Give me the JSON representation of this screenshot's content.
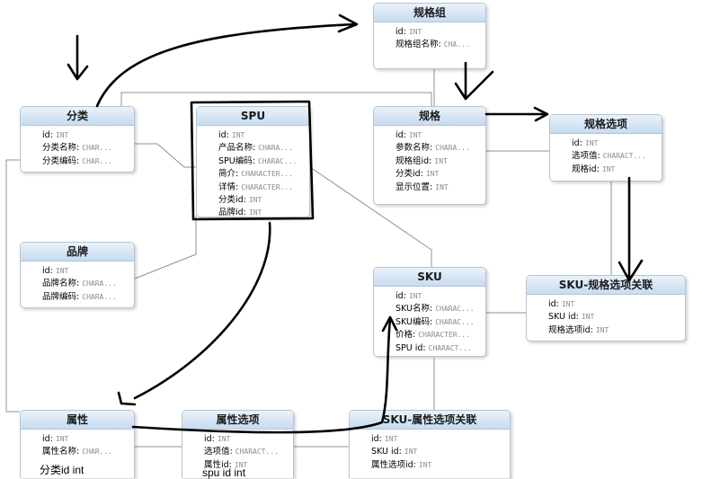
{
  "entities": {
    "spec_group": {
      "title": "规格组",
      "fields": [
        {
          "name": "id",
          "type": "INT"
        },
        {
          "name": "规格组名称",
          "type": "CHA..."
        }
      ]
    },
    "category": {
      "title": "分类",
      "fields": [
        {
          "name": "id",
          "type": "INT"
        },
        {
          "name": "分类名称",
          "type": "CHAR..."
        },
        {
          "name": "分类编码",
          "type": "CHAR..."
        }
      ]
    },
    "spu": {
      "title": "SPU",
      "fields": [
        {
          "name": "id",
          "type": "INT"
        },
        {
          "name": "产品名称",
          "type": "CHARA..."
        },
        {
          "name": "SPU编码",
          "type": "CHARAC..."
        },
        {
          "name": "简介",
          "type": "CHARACTER..."
        },
        {
          "name": "详情",
          "type": "CHARACTER..."
        },
        {
          "name": "分类id",
          "type": "INT"
        },
        {
          "name": "品牌id",
          "type": "INT"
        }
      ]
    },
    "spec": {
      "title": "规格",
      "fields": [
        {
          "name": "id",
          "type": "INT"
        },
        {
          "name": "参数名称",
          "type": "CHARA..."
        },
        {
          "name": "规格组id",
          "type": "INT"
        },
        {
          "name": "分类id",
          "type": "INT"
        },
        {
          "name": "显示位置",
          "type": "INT"
        }
      ]
    },
    "spec_option": {
      "title": "规格选项",
      "fields": [
        {
          "name": "id",
          "type": "INT"
        },
        {
          "name": "选项值",
          "type": "CHARACT..."
        },
        {
          "name": "规格id",
          "type": "INT"
        }
      ]
    },
    "brand": {
      "title": "品牌",
      "fields": [
        {
          "name": "id",
          "type": "INT"
        },
        {
          "name": "品牌名称",
          "type": "CHARA..."
        },
        {
          "name": "品牌编码",
          "type": "CHARA..."
        }
      ]
    },
    "sku": {
      "title": "SKU",
      "fields": [
        {
          "name": "id",
          "type": "INT"
        },
        {
          "name": "SKU名称",
          "type": "CHARAC..."
        },
        {
          "name": "SKU编码",
          "type": "CHARAC..."
        },
        {
          "name": "价格",
          "type": "CHARACTER..."
        },
        {
          "name": "SPU id",
          "type": "CHARACT..."
        }
      ]
    },
    "sku_spec_option": {
      "title": "SKU-规格选项关联",
      "fields": [
        {
          "name": "id",
          "type": "INT"
        },
        {
          "name": "SKU id",
          "type": "INT"
        },
        {
          "name": "规格选项id",
          "type": "INT"
        }
      ]
    },
    "attribute": {
      "title": "属性",
      "fields": [
        {
          "name": "id",
          "type": "INT"
        },
        {
          "name": "属性名称",
          "type": "CHAR..."
        }
      ]
    },
    "attr_option": {
      "title": "属性选项",
      "fields": [
        {
          "name": "id",
          "type": "INT"
        },
        {
          "name": "选项值",
          "type": "CHARACT..."
        },
        {
          "name": "属性id",
          "type": "INT"
        }
      ]
    },
    "sku_attr_option": {
      "title": "SKU-属性选项关联",
      "fields": [
        {
          "name": "id",
          "type": "INT"
        },
        {
          "name": "SKU id",
          "type": "INT"
        },
        {
          "name": "属性选项id",
          "type": "INT"
        }
      ]
    }
  },
  "handwritten": {
    "attr_category_id": "分类id  int",
    "attr_option_spu_id": "spu  id  int"
  }
}
